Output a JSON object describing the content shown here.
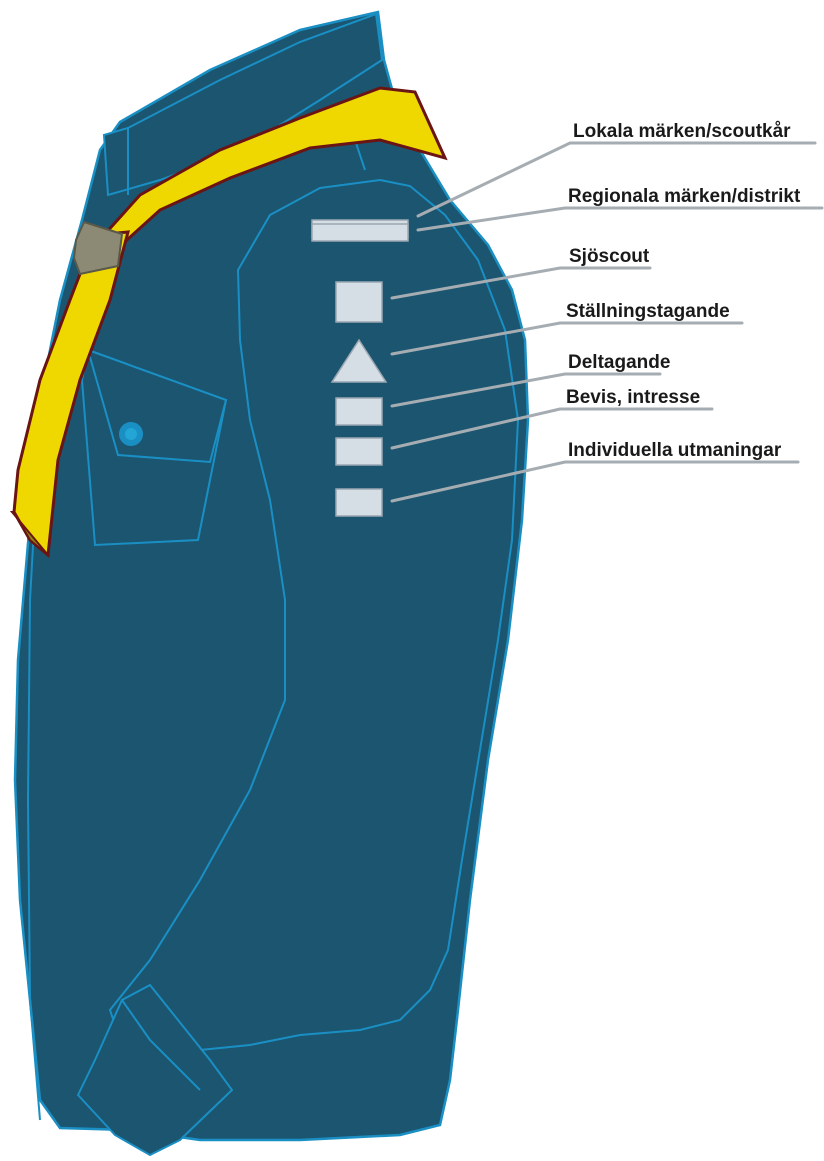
{
  "colors": {
    "shirt": "#1b5570",
    "seam": "#1a8fc4",
    "scarf": "#eed800",
    "scarf_edge": "#6b1414",
    "woggle": "#8c8a74",
    "badge": "#d5dde5",
    "leader_line": "#a5adb3"
  },
  "labels": [
    {
      "id": "lokala",
      "text": "Lokala märken/scoutkår",
      "badge_shape": "wide-rectangle"
    },
    {
      "id": "regionala",
      "text": "Regionala märken/distrikt",
      "badge_shape": "wide-rectangle"
    },
    {
      "id": "sjoscout",
      "text": "Sjöscout",
      "badge_shape": "square"
    },
    {
      "id": "stallningstagande",
      "text": "Ställningstagande",
      "badge_shape": "triangle"
    },
    {
      "id": "deltagande",
      "text": "Deltagande",
      "badge_shape": "small-rectangle"
    },
    {
      "id": "bevis",
      "text": "Bevis, intresse",
      "badge_shape": "small-rectangle"
    },
    {
      "id": "individuella",
      "text": "Individuella utmaningar",
      "badge_shape": "small-rectangle"
    }
  ]
}
